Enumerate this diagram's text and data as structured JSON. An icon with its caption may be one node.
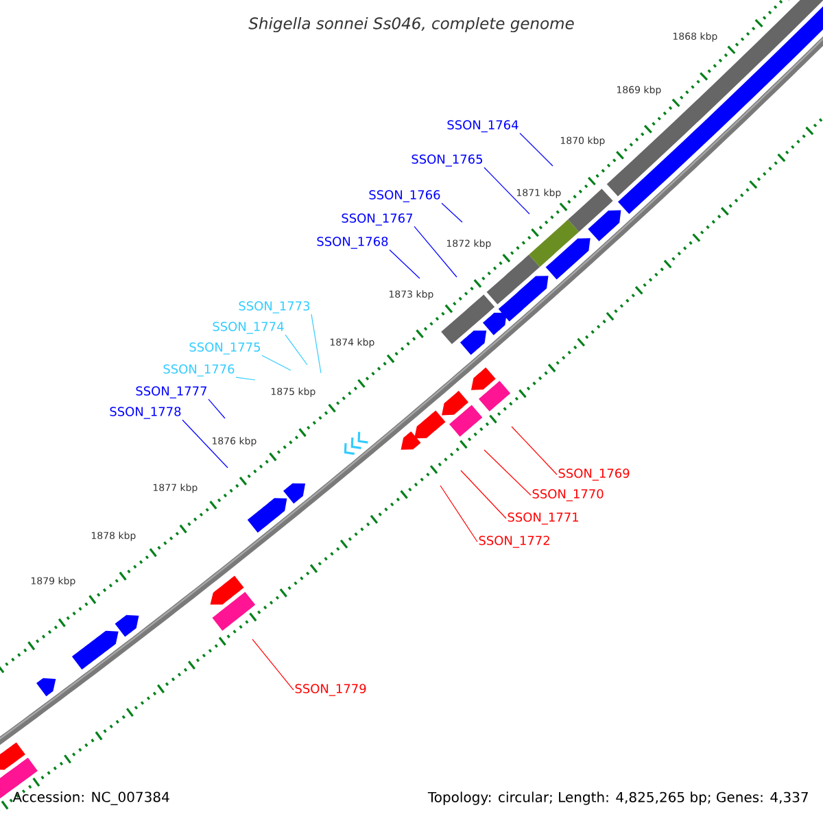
{
  "diagram": {
    "title": "Shigella sonnei Ss046, complete genome",
    "nodes": [
      {
        "text": [
          "SSON_1764"
        ]
      },
      {
        "text": [
          "SSON_1765"
        ]
      },
      {
        "text": [
          "SSON_1766"
        ]
      },
      {
        "text": [
          "SSON_1767"
        ]
      },
      {
        "text": [
          "SSON_1768"
        ]
      },
      {
        "text": [
          "SSON_1773"
        ]
      },
      {
        "text": [
          "SSON_1774"
        ]
      },
      {
        "text": [
          "SSON_1775"
        ]
      },
      {
        "text": [
          "SSON_1776"
        ]
      },
      {
        "text": [
          "SSON_1777"
        ]
      },
      {
        "text": [
          "SSON_1778"
        ]
      },
      {
        "text": [
          "SSON_1769"
        ]
      },
      {
        "text": [
          "SSON_1770"
        ]
      },
      {
        "text": [
          "SSON_1771"
        ]
      },
      {
        "text": [
          "SSON_1772"
        ]
      },
      {
        "text": [
          "SSON_1779"
        ]
      }
    ],
    "edges": [
      {
        "from": 0,
        "to": null,
        "arrow": "none"
      },
      {
        "from": 1,
        "to": null,
        "arrow": "none"
      },
      {
        "from": 2,
        "to": null,
        "arrow": "none"
      },
      {
        "from": 3,
        "to": null,
        "arrow": "none"
      },
      {
        "from": 4,
        "to": null,
        "arrow": "none"
      },
      {
        "from": 5,
        "to": null,
        "arrow": "none",
        "color": "#33ccff"
      },
      {
        "from": 6,
        "to": null,
        "arrow": "none",
        "color": "#33ccff"
      },
      {
        "from": 7,
        "to": null,
        "arrow": "none",
        "color": "#33ccff"
      },
      {
        "from": 8,
        "to": null,
        "arrow": "none",
        "color": "#33ccff"
      },
      {
        "from": 9,
        "to": null,
        "arrow": "none"
      },
      {
        "from": 10,
        "to": null,
        "arrow": "none"
      },
      {
        "from": 11,
        "to": null,
        "arrow": "none",
        "color": "#ff0000"
      },
      {
        "from": 12,
        "to": null,
        "arrow": "none",
        "color": "#ff0000"
      },
      {
        "from": 13,
        "to": null,
        "arrow": "none",
        "color": "#ff0000"
      },
      {
        "from": 14,
        "to": null,
        "arrow": "none",
        "color": "#ff0000"
      },
      {
        "from": 15,
        "to": null,
        "arrow": "none",
        "color": "#ff0000"
      }
    ],
    "labels": [
      "1868 kbp",
      "1869 kbp",
      "1870 kbp",
      "1871 kbp",
      "1872 kbp",
      "1873 kbp",
      "1874 kbp",
      "1875 kbp",
      "1876 kbp",
      "1877 kbp",
      "1878 kbp",
      "1879 kbp",
      "Accession: NC_007384",
      "Topology: circular; Length: 4,825,265 bp; Genes: 4,337"
    ]
  }
}
